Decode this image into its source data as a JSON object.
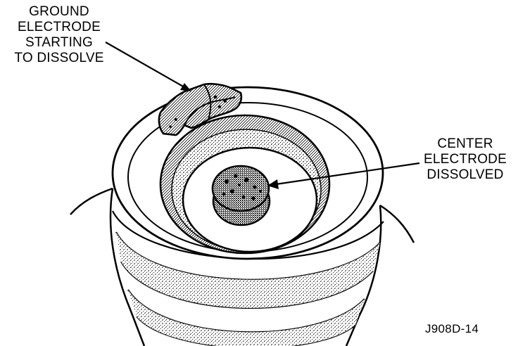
{
  "labels": {
    "ground_electrode": [
      "GROUND",
      "ELECTRODE",
      "STARTING",
      "TO DISSOLVE"
    ],
    "center_electrode": [
      "CENTER",
      "ELECTRODE",
      "DISSOLVED"
    ]
  },
  "figure_id": "J908D-14",
  "colors": {
    "ink": "#000000",
    "shade": "#b4b4b4",
    "background": "#ffffff"
  }
}
